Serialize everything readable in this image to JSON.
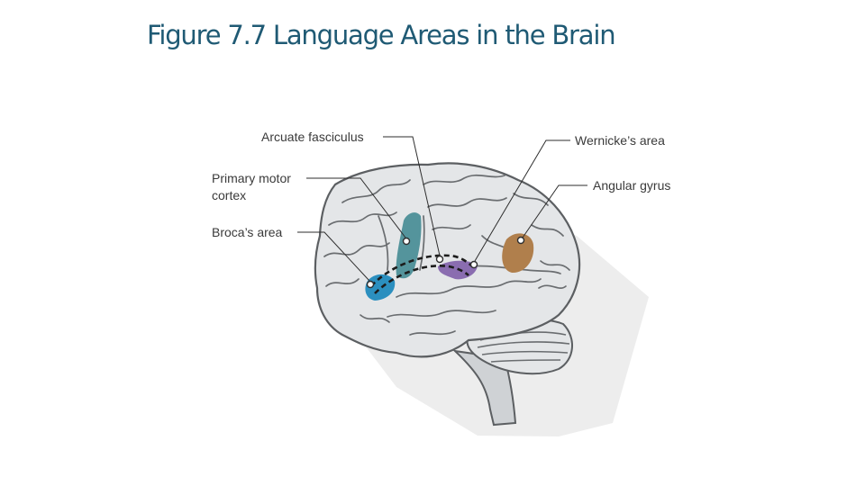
{
  "title": "Figure 7.7 Language Areas in the Brain",
  "labels": {
    "arcuate_fasciculus": "Arcuate fasciculus",
    "primary_motor_line1": "Primary motor",
    "primary_motor_line2": "cortex",
    "brocas_area": "Broca’s area",
    "wernickes_area": "Wernicke’s area",
    "angular_gyrus": "Angular gyrus"
  },
  "colors": {
    "title": "#1f5a74",
    "brocas_area": "#2b8fbf",
    "primary_motor_cortex": "#4c8f98",
    "wernickes_area": "#8a6db0",
    "angular_gyrus": "#b07f4c",
    "brain_fill": "#e4e6e8",
    "brain_outline": "#5c5f62",
    "shadow": "#ececec"
  }
}
